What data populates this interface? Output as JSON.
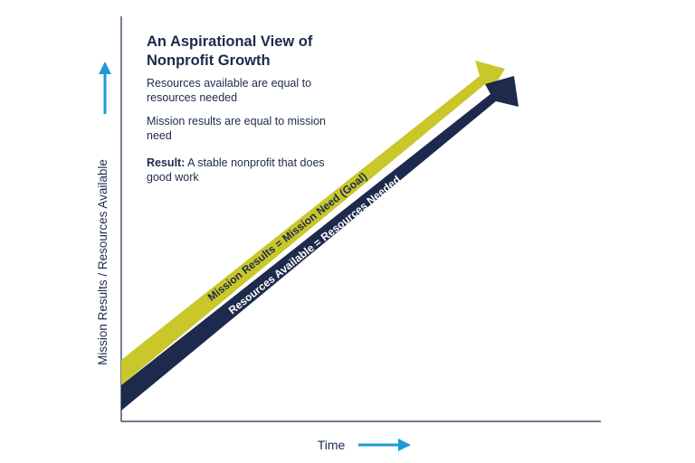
{
  "title_line1": "An Aspirational View of",
  "title_line2": "Nonprofit Growth",
  "point1_line1": "Resources available are equal to",
  "point1_line2": "resources needed",
  "point2_line1": "Mission results are equal to mission",
  "point2_line2": "need",
  "result_label": "Result:",
  "result_line1": " A stable nonprofit that does",
  "result_line2": "good work",
  "y_axis_label": "Mission Results / Resources Available",
  "x_axis_label": "Time",
  "band_yellow_label": "Mission Results = Mission Need (Goal)",
  "band_navy_label": "Resources Available = Resources Needed",
  "colors": {
    "navy": "#1d2a4d",
    "yellow": "#c9c72a",
    "cyan": "#1e9ad6"
  }
}
